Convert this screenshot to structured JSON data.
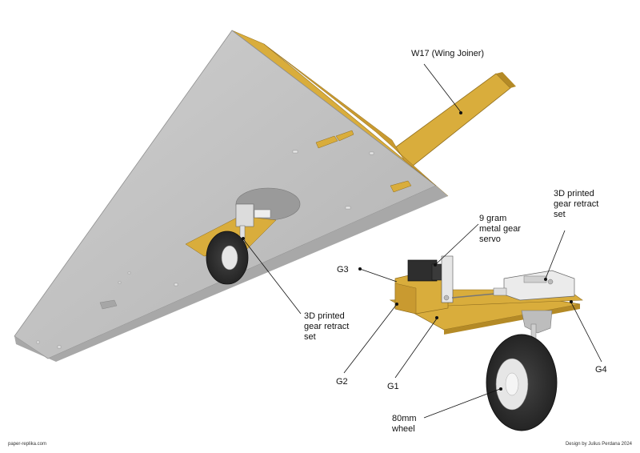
{
  "labels": {
    "wing_joiner": "W17 (Wing Joiner)",
    "retract_wing": [
      "3D printed",
      "gear retract",
      "set"
    ],
    "servo": [
      "9 gram",
      "metal gear",
      "servo"
    ],
    "retract_detail": [
      "3D printed",
      "gear retract",
      "set"
    ],
    "g1": "G1",
    "g2": "G2",
    "g3": "G3",
    "g4": "G4",
    "wheel": [
      "80mm",
      "wheel"
    ]
  },
  "footer": {
    "site": "paper-replika.com",
    "credit": "Design by Julius Perdana 2024"
  },
  "colors": {
    "wing_grey": "#bdbdbd",
    "wing_edge": "#9e9e9e",
    "wood": "#d9ad3c",
    "wood_dark": "#b48a26",
    "tire": "#2b2b2b",
    "hub": "#e6e6e6"
  }
}
